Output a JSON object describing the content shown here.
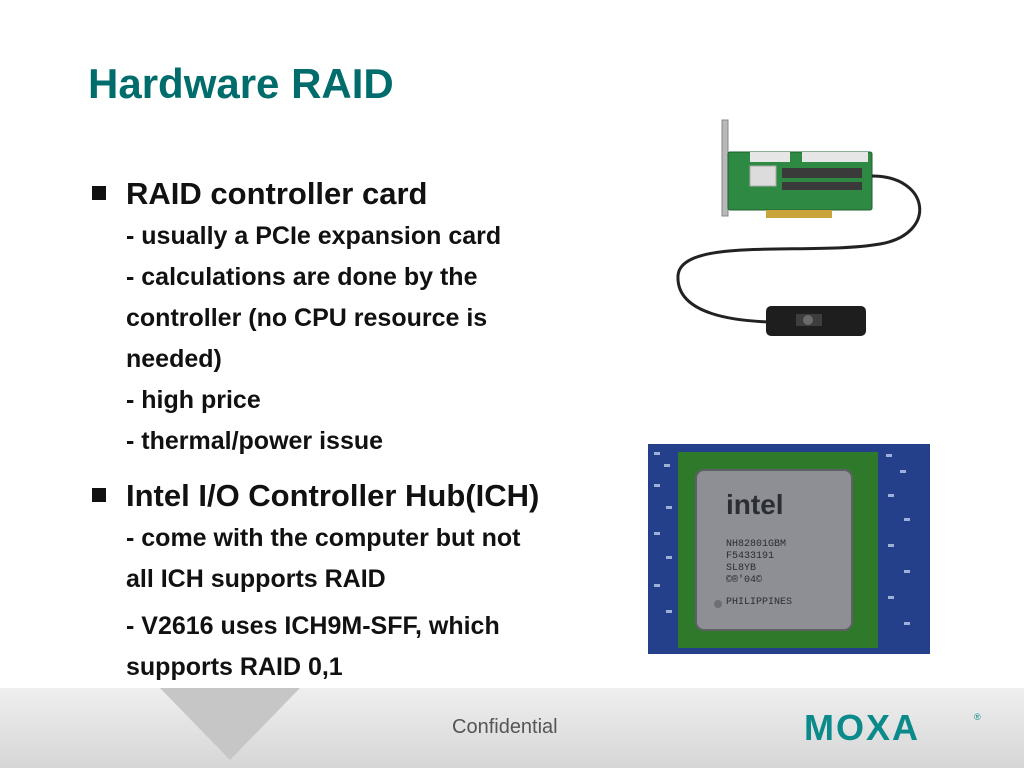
{
  "slide": {
    "title": "Hardware RAID",
    "bullets": [
      {
        "heading": "RAID controller card",
        "lines": [
          "- usually a PCIe expansion card",
          "- calculations are done by the",
          "controller (no CPU resource is",
          "needed)",
          "- high price",
          "- thermal/power issue"
        ]
      },
      {
        "heading": "Intel I/O Controller Hub(ICH)",
        "lines": [
          "- come with the computer but not",
          "all ICH supports RAID",
          "- V2616 uses ICH9M-SFF, which",
          "supports RAID 0,1"
        ]
      }
    ]
  },
  "images": {
    "chip_brand": "intel",
    "chip_lines": [
      "NH82801GBM",
      "F5433191",
      "SL8YB",
      "©®'04©",
      "PHILIPPINES"
    ]
  },
  "footer": {
    "confidential": "Confidential",
    "logo_text": "MOXA"
  },
  "colors": {
    "title": "#006c6c",
    "logo": "#0a8a8a"
  }
}
